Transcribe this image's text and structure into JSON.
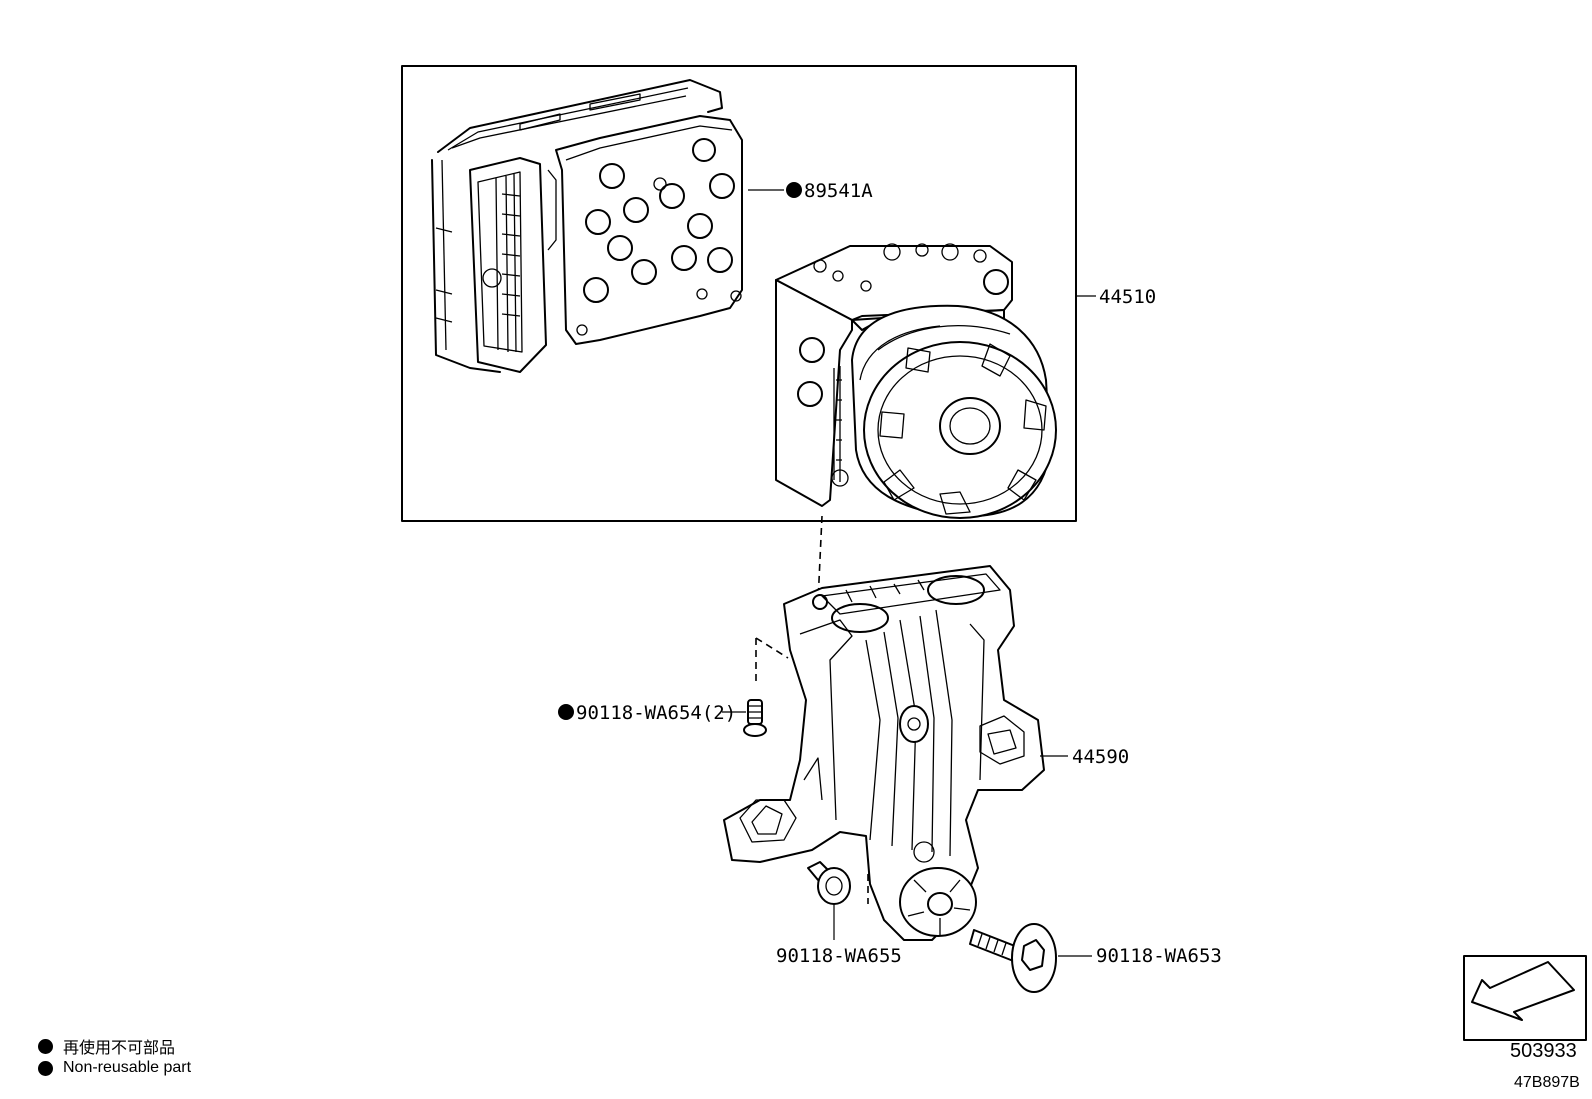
{
  "callouts": {
    "ecu": "89541A",
    "actuator_assy": "44510",
    "bracket": "44590",
    "bolt_small": "90118-WA654(2)",
    "bolt_left": "90118-WA655",
    "bolt_right": "90118-WA653"
  },
  "legend": {
    "ja": "再使用不可部品",
    "en": "Non-reusable part"
  },
  "codes": {
    "illustration": "503933",
    "drawing": "47B897B"
  },
  "colors": {
    "ink": "#000000",
    "paper": "#ffffff"
  }
}
